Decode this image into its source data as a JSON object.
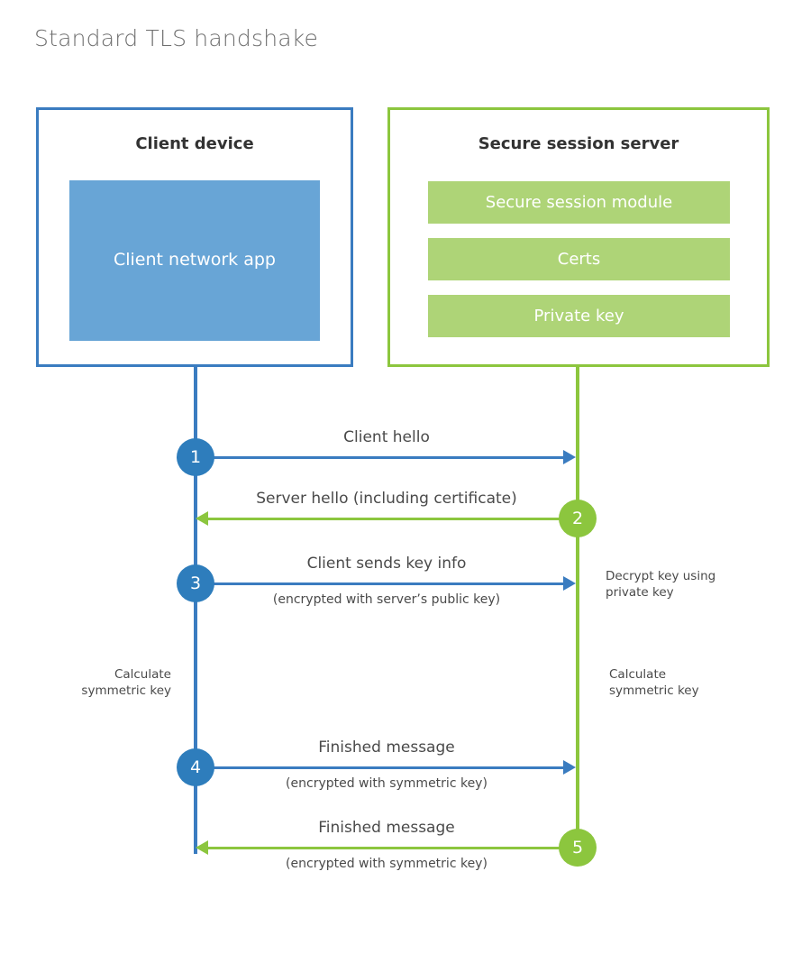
{
  "title": "Standard TLS handshake",
  "colors": {
    "client_accent": "#3a7cc0",
    "client_badge": "#2e7dbc",
    "client_fill": "#68a5d6",
    "server_accent": "#8cc63e",
    "server_fill": "#aed477",
    "text": "#4a4a4a",
    "heading": "#333333",
    "title": "#6e6e6e"
  },
  "client": {
    "title": "Client device",
    "app_label": "Client network\napp"
  },
  "server": {
    "title": "Secure session server",
    "blocks": [
      {
        "label": "Secure session module"
      },
      {
        "label": "Certs"
      },
      {
        "label": "Private key"
      }
    ]
  },
  "messages": [
    {
      "step": "1",
      "direction": "client-to-server",
      "label": "Client hello",
      "sublabel": ""
    },
    {
      "step": "2",
      "direction": "server-to-client",
      "label": "Server hello (including certificate)",
      "sublabel": ""
    },
    {
      "step": "3",
      "direction": "client-to-server",
      "label": "Client sends key info",
      "sublabel": "(encrypted with server’s public key)"
    },
    {
      "step": "4",
      "direction": "client-to-server",
      "label": "Finished message",
      "sublabel": "(encrypted with symmetric key)"
    },
    {
      "step": "5",
      "direction": "server-to-client",
      "label": "Finished message",
      "sublabel": "(encrypted with symmetric key)"
    }
  ],
  "notes": {
    "decrypt_key": "Decrypt key using\nprivate key",
    "calculate_symmetric_key_client": "Calculate\nsymmetric key",
    "calculate_symmetric_key_server": "Calculate\nsymmetric key"
  }
}
